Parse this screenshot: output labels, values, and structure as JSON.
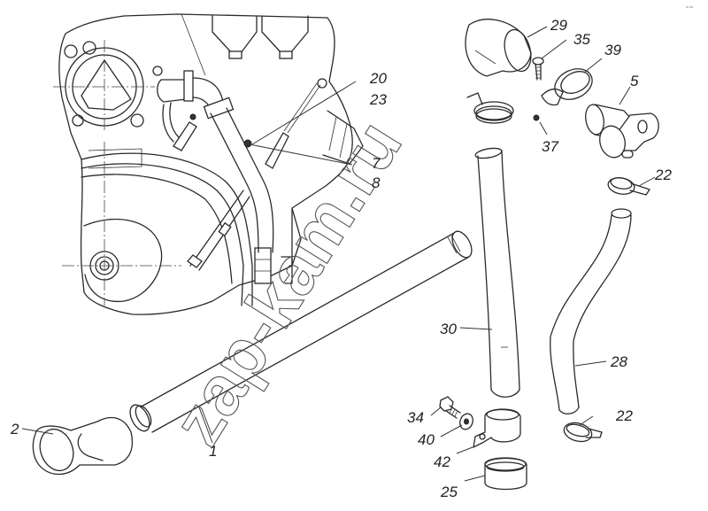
{
  "diagram": {
    "title": "Engine coolant piping exploded view",
    "watermark": "zap-kam.ru",
    "corner_mark": "•• •••",
    "callouts": [
      {
        "id": "1",
        "part": "pipe"
      },
      {
        "id": "2",
        "part": "elbow-hose"
      },
      {
        "id": "5",
        "part": "tee-fitting"
      },
      {
        "id": "7",
        "part": "engine-sensor-a"
      },
      {
        "id": "8",
        "part": "engine-sensor-b"
      },
      {
        "id": "20",
        "part": "engine-fitting-a"
      },
      {
        "id": "22",
        "part": "hose-clamp-upper"
      },
      {
        "id": "22",
        "part": "hose-clamp-lower"
      },
      {
        "id": "23",
        "part": "engine-fitting-b"
      },
      {
        "id": "25",
        "part": "sleeve"
      },
      {
        "id": "28",
        "part": "curved-hose"
      },
      {
        "id": "29",
        "part": "elbow-sleeve"
      },
      {
        "id": "30",
        "part": "straight-pipe"
      },
      {
        "id": "34",
        "part": "bolt"
      },
      {
        "id": "35",
        "part": "screw"
      },
      {
        "id": "37",
        "part": "nut"
      },
      {
        "id": "39",
        "part": "band-clamp"
      },
      {
        "id": "40",
        "part": "washer"
      },
      {
        "id": "42",
        "part": "bracket-clamp"
      }
    ],
    "labels": {
      "l1": "1",
      "l2": "2",
      "l5": "5",
      "l7": "7",
      "l8": "8",
      "l20": "20",
      "l22a": "22",
      "l22b": "22",
      "l23": "23",
      "l25": "25",
      "l28": "28",
      "l29": "29",
      "l30": "30",
      "l34": "34",
      "l35": "35",
      "l37": "37",
      "l39": "39",
      "l40": "40",
      "l42": "42"
    }
  }
}
